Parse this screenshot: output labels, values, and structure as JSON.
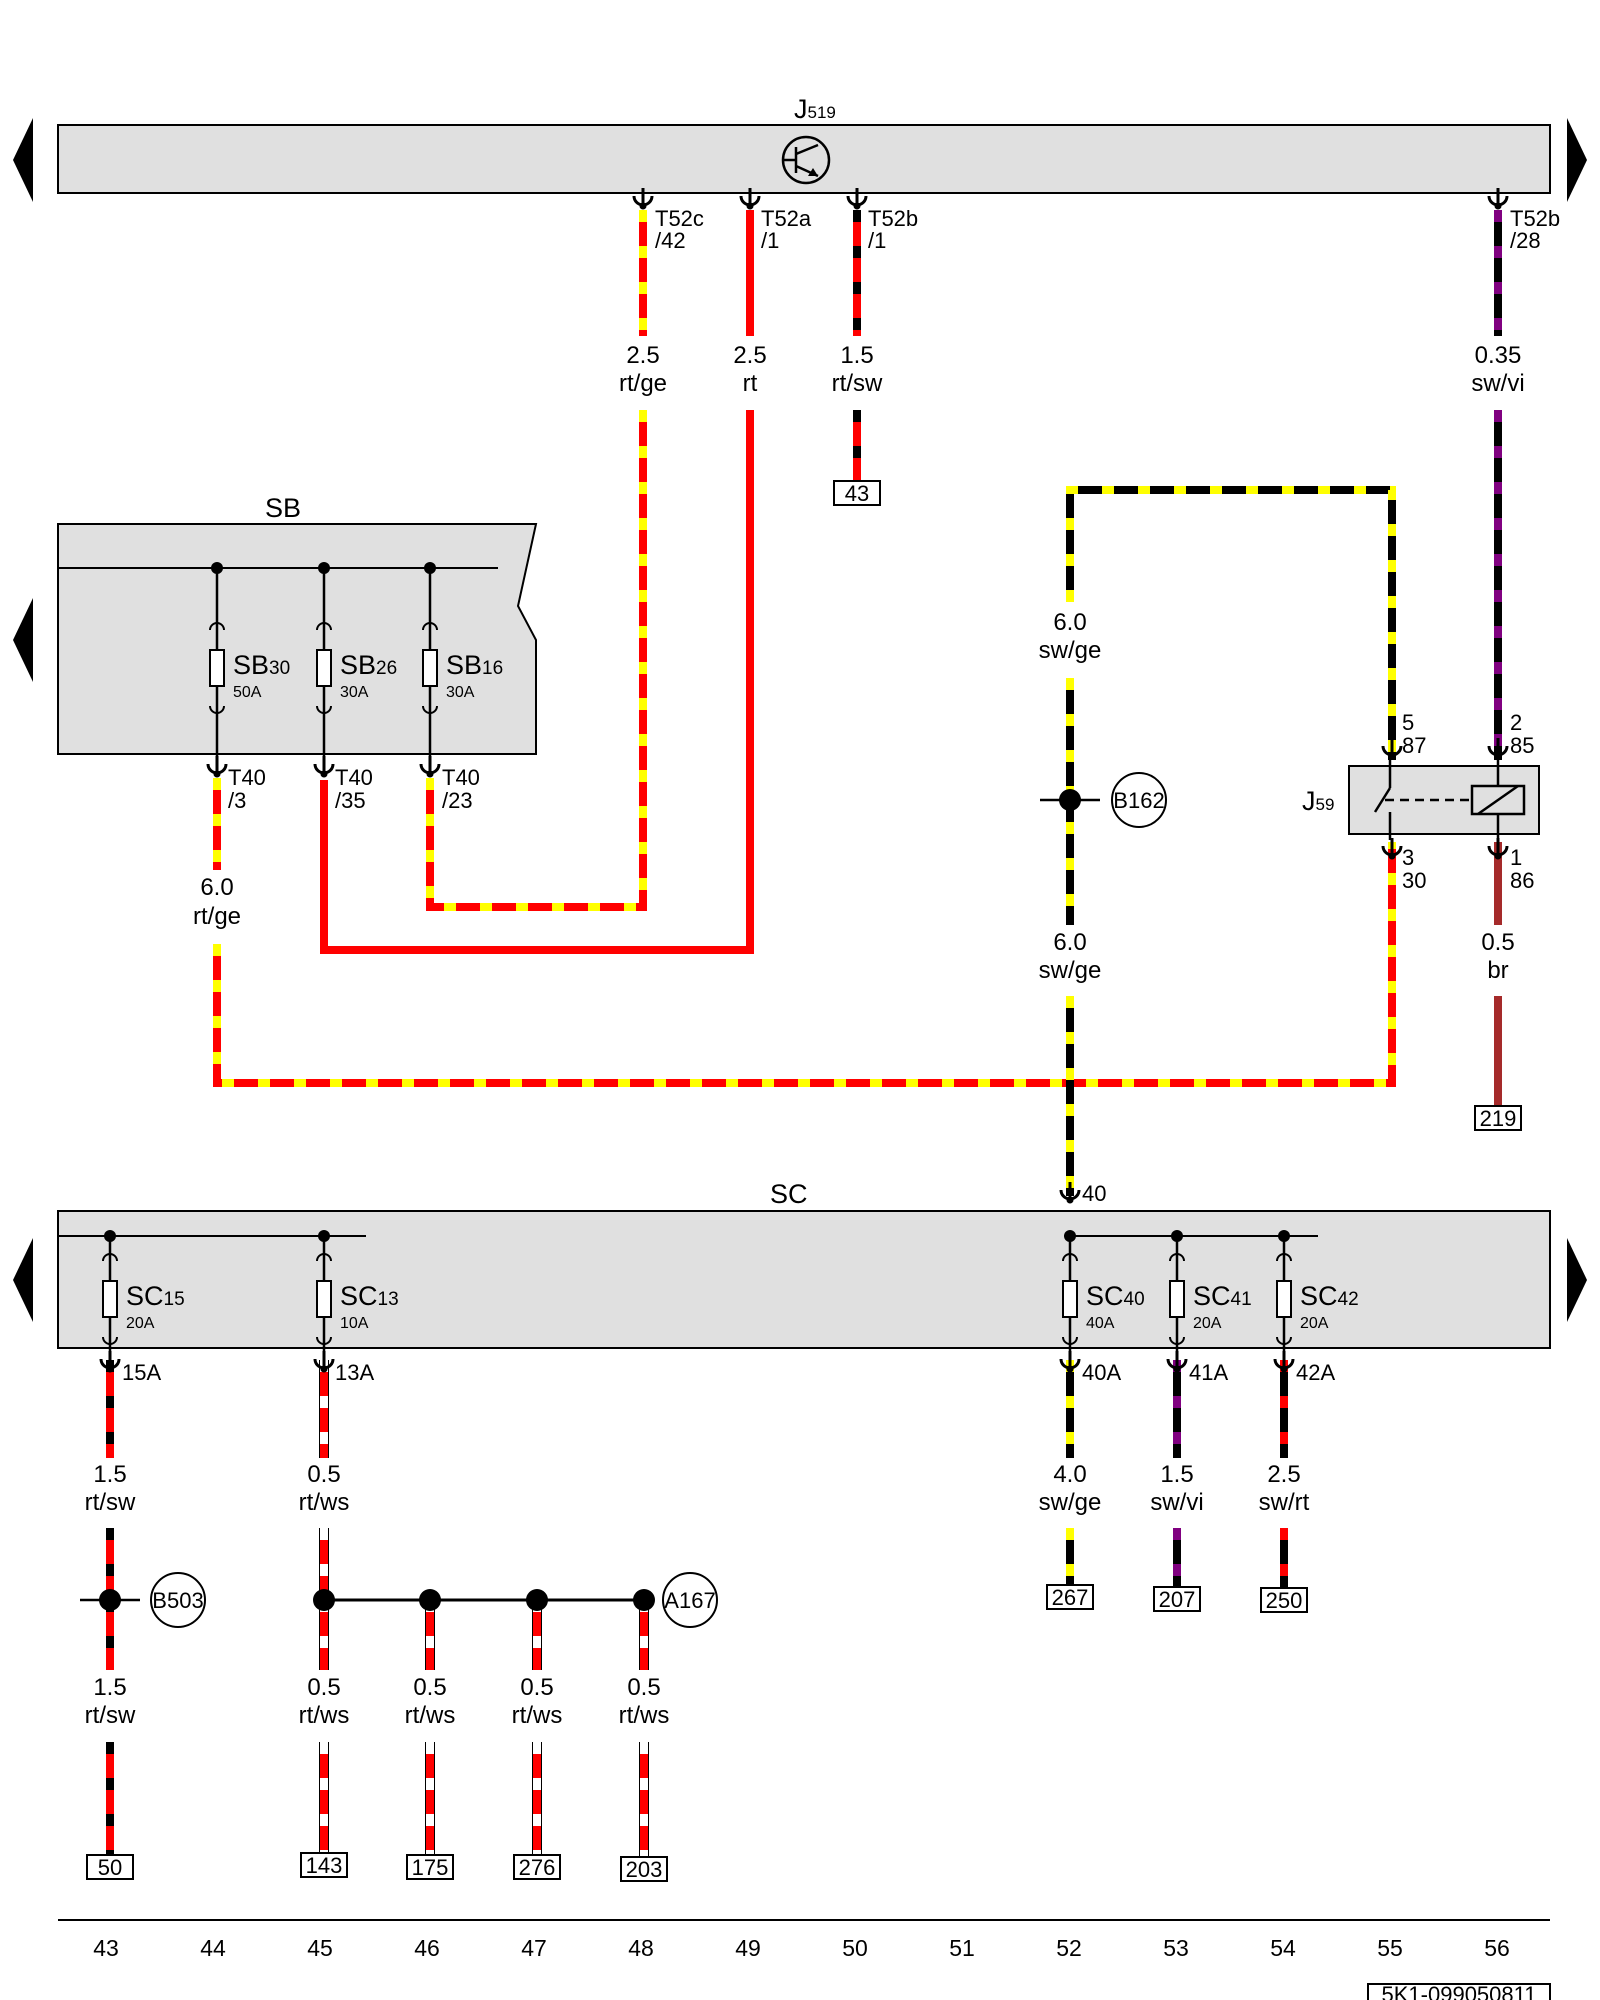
{
  "components": {
    "j519": {
      "label": "J",
      "sub": "519"
    },
    "sb": {
      "label": "SB"
    },
    "sc": {
      "label": "SC"
    },
    "j59": {
      "label": "J",
      "sub": "59"
    },
    "b162": "B162",
    "b503": "B503",
    "a167": "A167"
  },
  "connectors": {
    "t52c": {
      "l1": "T52c",
      "l2": "/42"
    },
    "t52a": {
      "l1": "T52a",
      "l2": "/1"
    },
    "t52b_1": {
      "l1": "T52b",
      "l2": "/1"
    },
    "t52b_28": {
      "l1": "T52b",
      "l2": "/28"
    },
    "t40_3": {
      "l1": "T40",
      "l2": "/3"
    },
    "t40_35": {
      "l1": "T40",
      "l2": "/35"
    },
    "t40_23": {
      "l1": "T40",
      "l2": "/23"
    },
    "j59_5": {
      "l1": "5",
      "l2": "87"
    },
    "j59_2": {
      "l1": "2",
      "l2": "85"
    },
    "j59_3": {
      "l1": "3",
      "l2": "30"
    },
    "j59_1": {
      "l1": "1",
      "l2": "86"
    },
    "sc_40": "40",
    "sc_15a": "15A",
    "sc_13a": "13A",
    "sc_40a": "40A",
    "sc_41a": "41A",
    "sc_42a": "42A"
  },
  "fuses": {
    "sb30": {
      "name": "SB",
      "num": "30",
      "rating": "50A"
    },
    "sb26": {
      "name": "SB",
      "num": "26",
      "rating": "30A"
    },
    "sb16": {
      "name": "SB",
      "num": "16",
      "rating": "30A"
    },
    "sc15": {
      "name": "SC",
      "num": "15",
      "rating": "20A"
    },
    "sc13": {
      "name": "SC",
      "num": "13",
      "rating": "10A"
    },
    "sc40": {
      "name": "SC",
      "num": "40",
      "rating": "40A"
    },
    "sc41": {
      "name": "SC",
      "num": "41",
      "rating": "20A"
    },
    "sc42": {
      "name": "SC",
      "num": "42",
      "rating": "20A"
    }
  },
  "wires": {
    "w_t52c": {
      "size": "2.5",
      "color": "rt/ge"
    },
    "w_t52a": {
      "size": "2.5",
      "color": "rt"
    },
    "w_t52b1": {
      "size": "1.5",
      "color": "rt/sw"
    },
    "w_t52b28": {
      "size": "0.35",
      "color": "sw/vi"
    },
    "w_sw_ge_top": {
      "size": "6.0",
      "color": "sw/ge"
    },
    "w_sw_ge_mid": {
      "size": "6.0",
      "color": "sw/ge"
    },
    "w_t40_3": {
      "size": "6.0",
      "color": "rt/ge"
    },
    "w_j59_86": {
      "size": "0.5",
      "color": "br"
    },
    "w_15a": {
      "size": "1.5",
      "color": "rt/sw"
    },
    "w_15a_low": {
      "size": "1.5",
      "color": "rt/sw"
    },
    "w_13a": {
      "size": "0.5",
      "color": "rt/ws"
    },
    "w_a1": {
      "size": "0.5",
      "color": "rt/ws"
    },
    "w_a2": {
      "size": "0.5",
      "color": "rt/ws"
    },
    "w_a3": {
      "size": "0.5",
      "color": "rt/ws"
    },
    "w_a4": {
      "size": "0.5",
      "color": "rt/ws"
    },
    "w_40a": {
      "size": "4.0",
      "color": "sw/ge"
    },
    "w_41a": {
      "size": "1.5",
      "color": "sw/vi"
    },
    "w_42a": {
      "size": "2.5",
      "color": "sw/rt"
    }
  },
  "refs": {
    "r43": "43",
    "r219": "219",
    "r50": "50",
    "r143": "143",
    "r175": "175",
    "r276": "276",
    "r203": "203",
    "r267": "267",
    "r207": "207",
    "r250": "250"
  },
  "columns": [
    "43",
    "44",
    "45",
    "46",
    "47",
    "48",
    "49",
    "50",
    "51",
    "52",
    "53",
    "54",
    "55",
    "56"
  ],
  "doc_code": "5K1-099050811",
  "wire_colors": {
    "rt": "#ff0000",
    "ge": "#ffff00",
    "sw": "#000000",
    "vi": "#800080",
    "br": "#a52a2a",
    "ws": "#ffffff"
  }
}
